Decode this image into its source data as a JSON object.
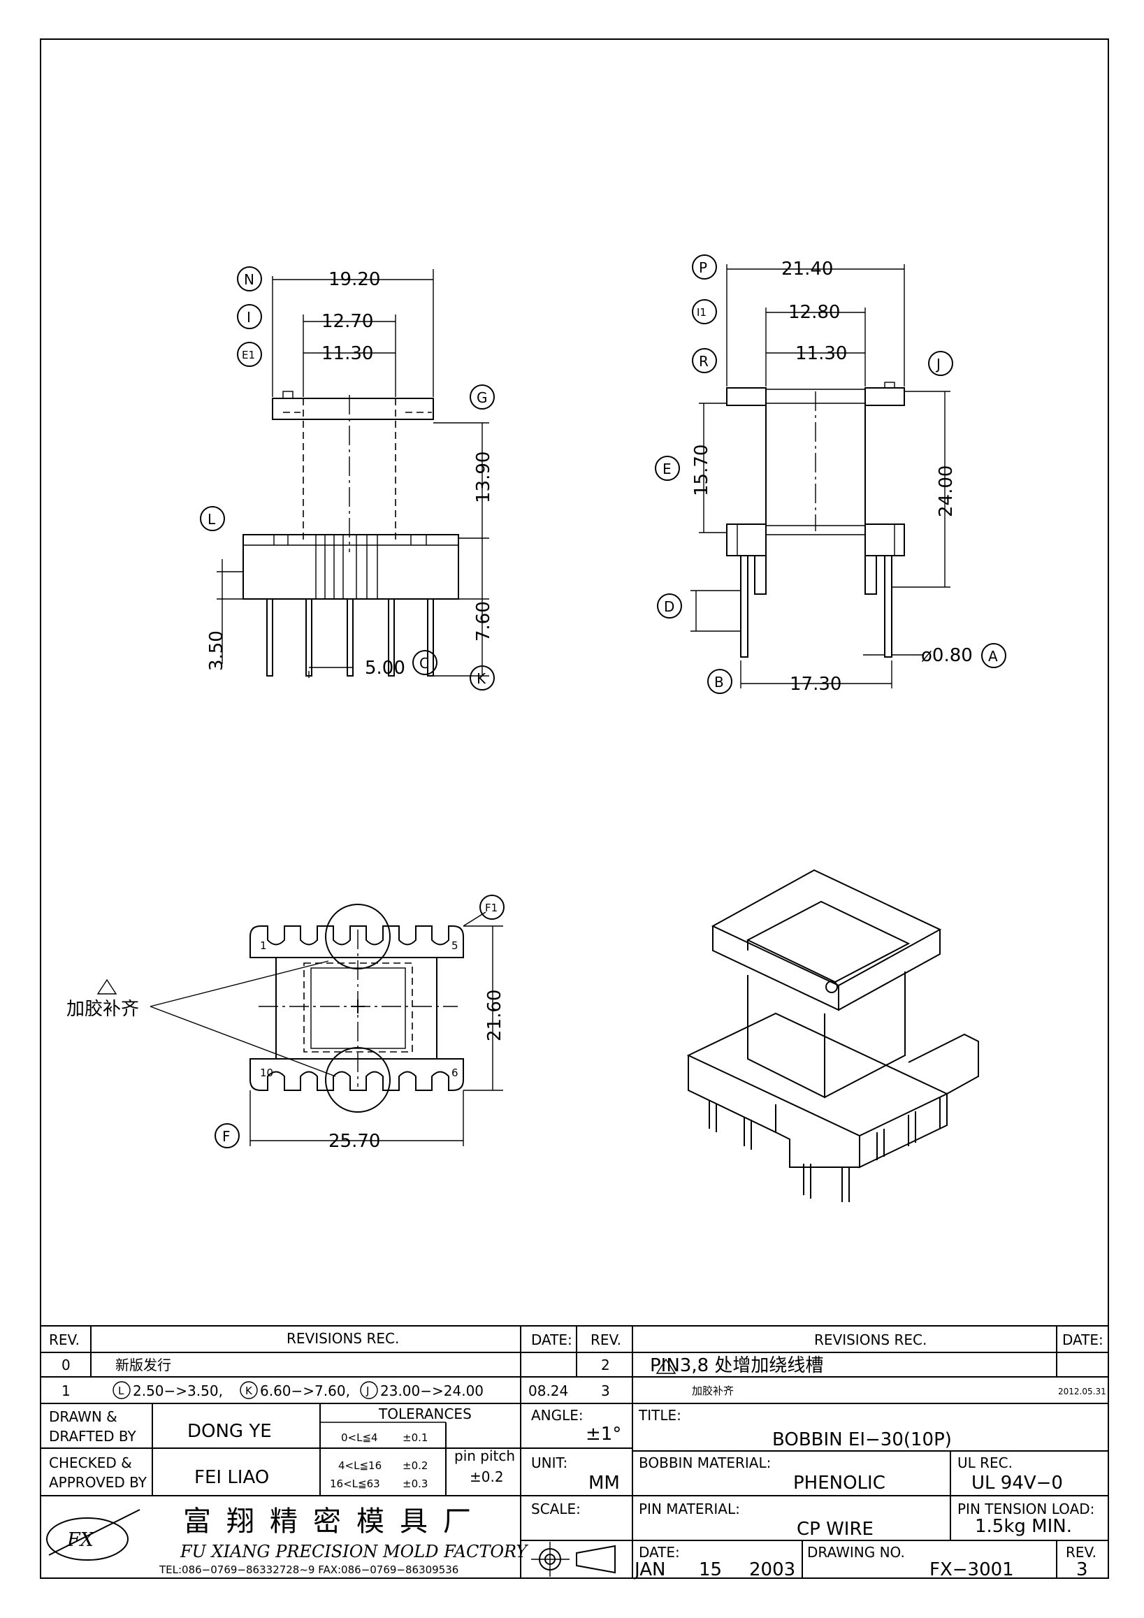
{
  "front_view": {
    "dim_top": "19.20",
    "dim_mid": "12.70",
    "dim_inner": "11.30",
    "dim_height": "13.90",
    "dim_pin_len": "7.60",
    "dim_pin_pitch": "5.00",
    "dim_stub": "3.50",
    "labels": {
      "n": "N",
      "i": "I",
      "e1": "E1",
      "g": "G",
      "l": "L",
      "k": "K",
      "c": "C"
    }
  },
  "side_view": {
    "dim_top": "21.40",
    "dim_mid": "12.80",
    "dim_inner": "11.30",
    "dim_window": "15.70",
    "dim_total": "24.00",
    "dim_pin_dia": "ø0.80",
    "dim_pin_row": "17.30",
    "labels": {
      "p": "P",
      "i1": "I1",
      "r": "R",
      "j": "J",
      "e": "E",
      "d": "D",
      "b": "B",
      "a": "A"
    }
  },
  "bottom_view": {
    "dim_width": "25.70",
    "dim_depth": "21.60",
    "pin_1": "1",
    "pin_5": "5",
    "pin_6": "6",
    "pin_10": "10",
    "note": "加胶补齐",
    "labels": {
      "f1": "F1",
      "f": "F"
    }
  },
  "title_block": {
    "rev_header": "REV.",
    "revisions_header": "REVISIONS   REC.",
    "date_header": "DATE:",
    "rev_left": [
      {
        "rev": "0",
        "text": "新版发行",
        "date": ""
      },
      {
        "rev": "1",
        "text": "2.50−>3.50,",
        "text2": "6.60−>7.60,",
        "text3": "23.00−>24.00",
        "date": "08.24"
      }
    ],
    "rev_circle_l": "L",
    "rev_circle_k": "K",
    "rev_circle_j": "J",
    "rev_right": [
      {
        "rev": "2",
        "text": "PIN3,8 处增加绕线槽",
        "date": ""
      },
      {
        "rev": "3",
        "text": "加胶补齐",
        "date": "2012.05.31"
      }
    ],
    "drawn_label_1": "DRAWN &",
    "drawn_label_2": "DRAFTED BY",
    "drawn_by": "DONG YE",
    "checked_label_1": "CHECKED &",
    "checked_label_2": "APPROVED BY",
    "checked_by": "FEI LIAO",
    "tolerances_label": "TOLERANCES",
    "tol_rows": [
      {
        "range": "0<L≦4",
        "tol": "±0.1"
      },
      {
        "range": "4<L≦16",
        "tol": "±0.2"
      },
      {
        "range": "16<L≦63",
        "tol": "±0.3"
      }
    ],
    "pin_pitch_label": "pin  pitch",
    "pin_pitch_tol": "±0.2",
    "angle_label": "ANGLE:",
    "angle_value": "±1°",
    "unit_label": "UNIT:",
    "unit_value": "MM",
    "scale_label": "SCALE:",
    "title_label": "TITLE:",
    "title_value": "BOBBIN  EI−30(10P)",
    "bobbin_material_label": "BOBBIN  MATERIAL:",
    "bobbin_material": "PHENOLIC",
    "ul_label": "UL  REC.",
    "ul_value": "UL  94V−0",
    "pin_material_label": "PIN  MATERIAL:",
    "pin_material": "CP  WIRE",
    "pin_tension_label": "PIN  TENSION  LOAD:",
    "pin_tension": "1.5kg  MIN.",
    "date_label": "DATE:",
    "date_month": "JAN",
    "date_day": "15",
    "date_year": "2003",
    "drawing_no_label": "DRAWING  NO.",
    "drawing_no": "FX−3001",
    "rev_label": "REV.",
    "rev_value": "3",
    "company_zh": "富翔精密模具厂",
    "company_en": "FU XIANG PRECISION MOLD FACTORY",
    "contact": "TEL:086−0769−86332728~9   FAX:086−0769−86309536",
    "logo_text": "FX"
  }
}
